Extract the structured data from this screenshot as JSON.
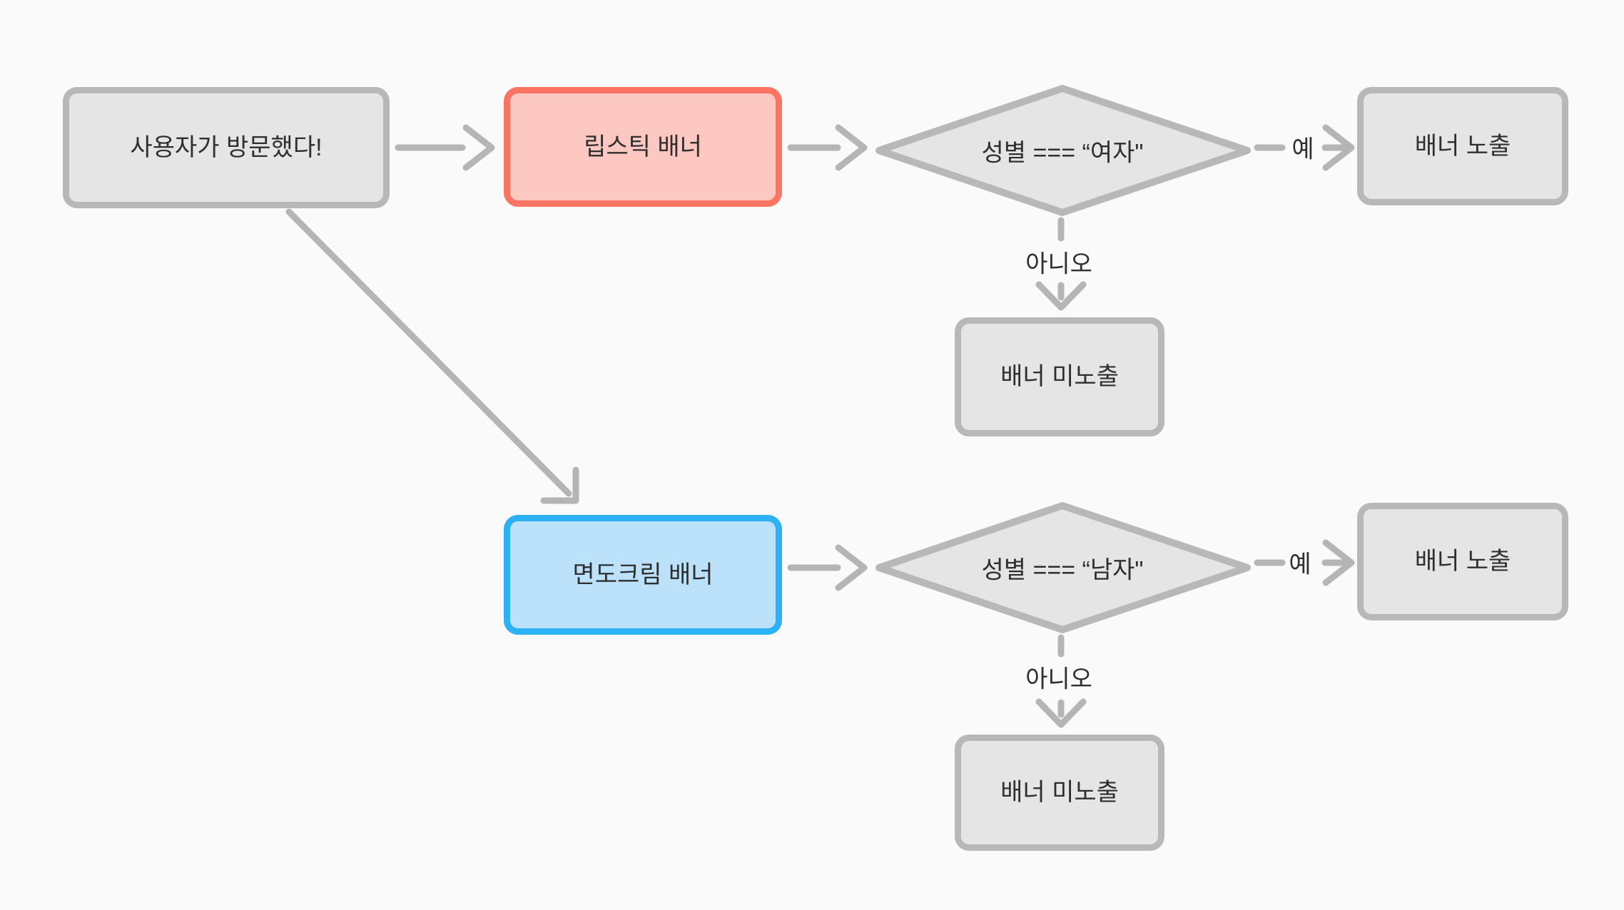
{
  "diagram": {
    "type": "flowchart",
    "direction": "left-to-right",
    "background_color": "#fafafa"
  },
  "colors": {
    "node_fill_gray": "#e5e5e5",
    "node_border_gray": "#b8b8b8",
    "node_fill_red": "#fdc8c2",
    "node_border_red": "#fa7461",
    "node_fill_blue": "#bce2fb",
    "node_border_blue": "#2cb1f5",
    "edge_stroke": "#b5b5b5",
    "text": "#2f2f2f"
  },
  "nodes": {
    "start": {
      "label": "사용자가 방문했다!",
      "shape": "rect",
      "color": "gray"
    },
    "lipstick": {
      "label": "립스틱 배너",
      "shape": "rect",
      "color": "red"
    },
    "decision_female": {
      "label": "성별 === “여자\"",
      "shape": "diamond",
      "color": "gray"
    },
    "shown_1": {
      "label": "배너 노출",
      "shape": "rect",
      "color": "gray"
    },
    "hidden_1": {
      "label": "배너 미노출",
      "shape": "rect",
      "color": "gray"
    },
    "shaving": {
      "label": "면도크림 배너",
      "shape": "rect",
      "color": "blue"
    },
    "decision_male": {
      "label": "성별 === “남자\"",
      "shape": "diamond",
      "color": "gray"
    },
    "shown_2": {
      "label": "배너 노출",
      "shape": "rect",
      "color": "gray"
    },
    "hidden_2": {
      "label": "배너 미노출",
      "shape": "rect",
      "color": "gray"
    }
  },
  "edge_labels": {
    "yes_1": "예",
    "no_1": "아니오",
    "yes_2": "예",
    "no_2": "아니오"
  },
  "edges": [
    {
      "from": "start",
      "to": "lipstick",
      "label": ""
    },
    {
      "from": "start",
      "to": "shaving",
      "label": ""
    },
    {
      "from": "lipstick",
      "to": "decision_female",
      "label": ""
    },
    {
      "from": "decision_female",
      "to": "shown_1",
      "label": "예"
    },
    {
      "from": "decision_female",
      "to": "hidden_1",
      "label": "아니오"
    },
    {
      "from": "shaving",
      "to": "decision_male",
      "label": ""
    },
    {
      "from": "decision_male",
      "to": "shown_2",
      "label": "예"
    },
    {
      "from": "decision_male",
      "to": "hidden_2",
      "label": "아니오"
    }
  ]
}
